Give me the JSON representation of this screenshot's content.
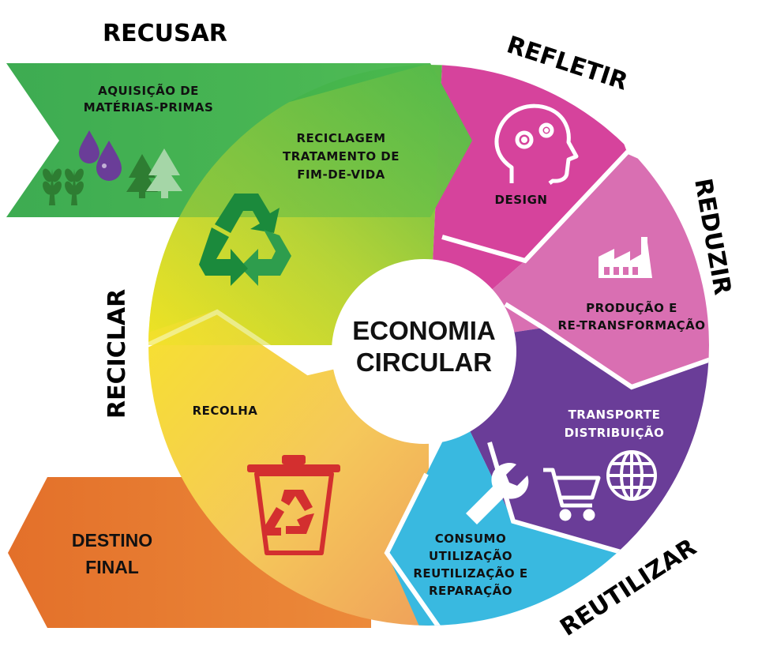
{
  "center": {
    "line1": "ECONOMIA",
    "line2": "CIRCULAR"
  },
  "outer_labels": {
    "recusar": "RECUSAR",
    "refletir": "REFLETIR",
    "reduzir": "REDUZIR",
    "reutilizar": "REUTILIZAR",
    "reciclar": "RECICLAR"
  },
  "sections": {
    "aquisicao": {
      "line1": "AQUISIÇÃO DE",
      "line2": "MATÉRIAS-PRIMAS"
    },
    "reciclagem": {
      "line1": "RECICLAGEM",
      "line2": "TRATAMENTO DE",
      "line3": "FIM-DE-VIDA"
    },
    "design": {
      "line1": "DESIGN"
    },
    "producao": {
      "line1": "PRODUÇÃO E",
      "line2": "RE-TRANSFORMAÇÃO"
    },
    "transporte": {
      "line1": "TRANSPORTE",
      "line2": "DISTRIBUIÇÃO"
    },
    "consumo": {
      "line1": "CONSUMO",
      "line2": "UTILIZAÇÃO",
      "line3": "REUTILIZAÇÃO E",
      "line4": "REPARAÇÃO"
    },
    "recolha": {
      "line1": "RECOLHA"
    },
    "destino": {
      "line1": "DESTINO",
      "line2": "FINAL"
    }
  },
  "icons": [
    "water-drops-icon",
    "wheat-icon",
    "pine-trees-icon",
    "recycle-icon",
    "head-gears-icon",
    "factory-icon",
    "shopping-cart-icon",
    "globe-icon",
    "wrench-icon",
    "recycle-bin-icon"
  ],
  "colors": {
    "green": "#3dae4a",
    "yellow": "#f6e02a",
    "orange": "#e77a2e",
    "magenta": "#d6439c",
    "pink": "#d96fb2",
    "purple": "#6a3d98",
    "cyan": "#39b9e0",
    "center": "#ffffff"
  }
}
